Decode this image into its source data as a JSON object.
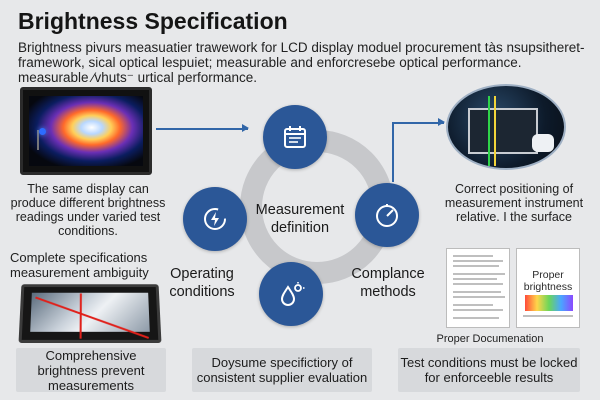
{
  "title": "Brightness Specification",
  "intro": {
    "line1": "Brightness pivurs measuatier trawework for LCD display moduel procurement tàs nsupsitheret-",
    "line2": "framework, sical optical lespuiet; measurable and enforcresebe optical performance.",
    "line3": "measurable ⁄vhuts⁻ urtical performance."
  },
  "left_top_caption": "The same display can produce different brightness readings under varied test conditions.",
  "left_mid_caption": "Complete specifications measurement ambiguity",
  "right_top_caption": "Correct positioning of measurement instrument relative. I the surface",
  "doc_title": "Proper brightness",
  "doc_caption": "Proper Documenation",
  "cycle": {
    "center_top": "Measurement definition",
    "left": "Operating conditions",
    "right": "Complance methods",
    "colors": {
      "node": "#2b5797",
      "ring": "#c7c8cb"
    },
    "icons": [
      "calendar-icon",
      "power-cycle-icon",
      "gauge-icon",
      "droplet-sun-icon"
    ]
  },
  "bottom": {
    "left": "Comprehensive brightness prevent measurements",
    "center": "Doysume specifictiory of consistent supplier evaluation",
    "right": "Test conditions must be locked for enforceeble results"
  }
}
